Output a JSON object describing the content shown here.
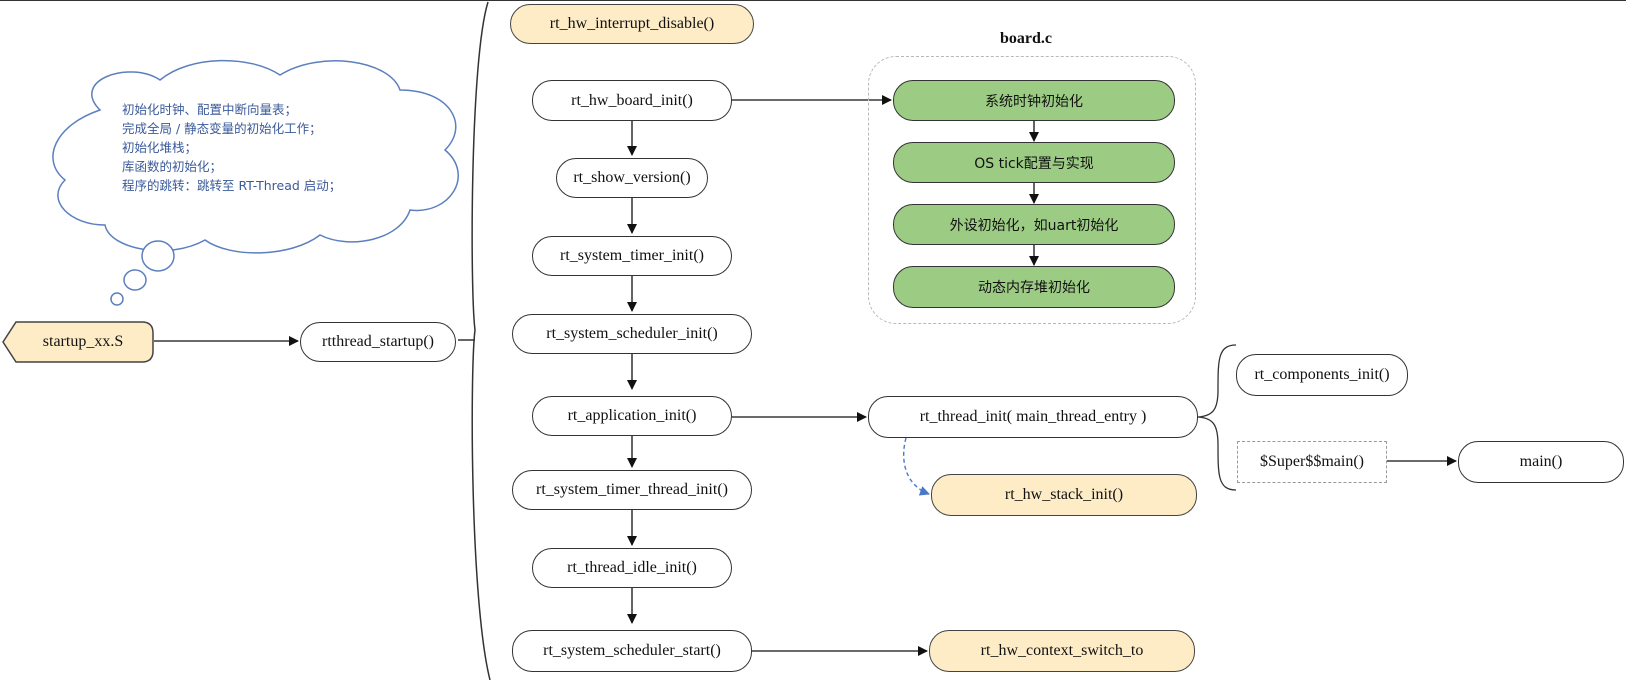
{
  "cloud": {
    "lines": [
      "初始化时钟、配置中断向量表；",
      "完成全局 / 静态变量的初始化工作；",
      "初始化堆栈；",
      "库函数的初始化；",
      "程序的跳转：跳转至 RT-Thread 启动；"
    ]
  },
  "entry": {
    "startup": "startup_xx.S",
    "rtthread_startup": "rtthread_startup()"
  },
  "main_chain": [
    "rt_hw_interrupt_disable()",
    "rt_hw_board_init()",
    "rt_show_version()",
    "rt_system_timer_init()",
    "rt_system_scheduler_init()",
    "rt_application_init()",
    "rt_system_timer_thread_init()",
    "rt_thread_idle_init()",
    "rt_system_scheduler_start()"
  ],
  "board": {
    "title": "board.c",
    "steps": [
      "系统时钟初始化",
      "OS tick配置与实现",
      "外设初始化，如uart初始化",
      "动态内存堆初始化"
    ]
  },
  "app": {
    "thread_init": "rt_thread_init( main_thread_entry )",
    "stack_init": "rt_hw_stack_init()",
    "components_init": "rt_components_init()",
    "super_main": "$Super$$main()",
    "main": "main()"
  },
  "context_switch": "rt_hw_context_switch_to",
  "colors": {
    "yellow": "#fdecc6",
    "green": "#9ccc84",
    "cloud_text": "#3a5a9a",
    "dashed_arrow": "#4a78c8"
  }
}
